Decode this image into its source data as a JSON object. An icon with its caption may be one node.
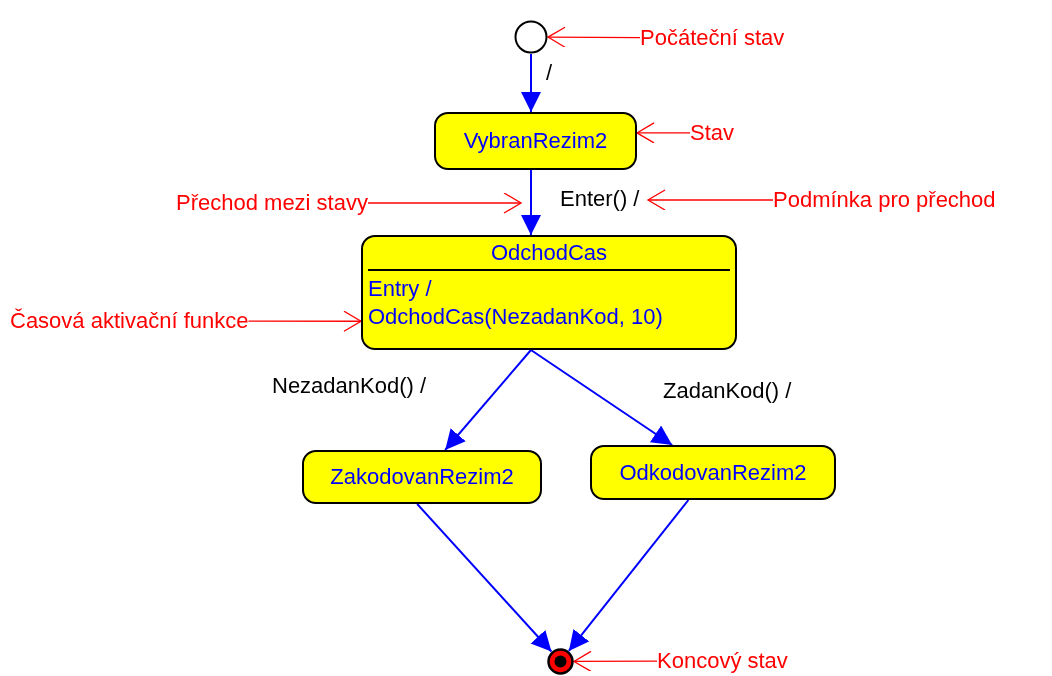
{
  "diagram": {
    "nodes": [
      {
        "text": [],
        "shape": "circle"
      },
      {
        "text": [
          "VybranRezim2"
        ]
      },
      {
        "text": [
          "OdchodCas",
          "Entry / OdchodCas(NezadanKod, 10)"
        ]
      },
      {
        "text": [
          "ZakodovanRezim2"
        ]
      },
      {
        "text": [
          "OdkodovanRezim2"
        ]
      },
      {
        "text": [],
        "shape": "bullseye"
      },
      {
        "text": [
          "Počáteční stav"
        ]
      },
      {
        "text": [
          "Stav"
        ]
      },
      {
        "text": [
          "Přechod mezi stavy"
        ]
      },
      {
        "text": [
          "Podmínka pro přechod"
        ]
      },
      {
        "text": [
          "Časová aktivační funkce"
        ]
      },
      {
        "text": [
          "Koncový stav"
        ]
      }
    ],
    "edges": [
      {
        "from": 0,
        "to": 1,
        "arrow": "to",
        "label": "/"
      },
      {
        "from": 1,
        "to": 2,
        "arrow": "to",
        "label": "Enter() /"
      },
      {
        "from": 2,
        "to": 3,
        "arrow": "to",
        "label": "NezadanKod() /"
      },
      {
        "from": 2,
        "to": 4,
        "arrow": "to",
        "label": "ZadanKod() /"
      },
      {
        "from": 3,
        "to": 5,
        "arrow": "to"
      },
      {
        "from": 4,
        "to": 5,
        "arrow": "to"
      },
      {
        "from": 6,
        "to": 0,
        "arrow": "to",
        "color": "#ff0000"
      },
      {
        "from": 7,
        "to": 1,
        "arrow": "to",
        "color": "#ff0000"
      },
      {
        "from": 8,
        "to": null,
        "arrow": "to",
        "color": "#ff0000"
      },
      {
        "from": 9,
        "to": null,
        "arrow": "to",
        "color": "#ff0000"
      },
      {
        "from": 10,
        "to": 2,
        "arrow": "to",
        "color": "#ff0000"
      },
      {
        "from": 11,
        "to": 5,
        "arrow": "to",
        "color": "#ff0000"
      }
    ]
  }
}
